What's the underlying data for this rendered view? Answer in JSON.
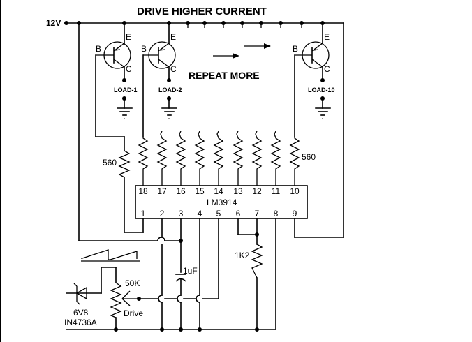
{
  "title": "DRIVE HIGHER CURRENT",
  "repeat_label": "REPEAT  MORE",
  "supply": {
    "label": "12V"
  },
  "transistors": [
    {
      "id": "Q1",
      "base": "B",
      "emitter": "E",
      "collector": "C",
      "load": "LOAD-1"
    },
    {
      "id": "Q2",
      "base": "B",
      "emitter": "E",
      "collector": "C",
      "load": "LOAD-2"
    },
    {
      "id": "Q10",
      "base": "B",
      "emitter": "E",
      "collector": "C",
      "load": "LOAD-10"
    }
  ],
  "ic": {
    "name": "LM3914",
    "top_pins": [
      "18",
      "17",
      "16",
      "15",
      "14",
      "13",
      "12",
      "11",
      "10"
    ],
    "bottom_pins": [
      "1",
      "2",
      "3",
      "4",
      "5",
      "6",
      "7",
      "8",
      "9"
    ]
  },
  "resistors": {
    "left_base": "560",
    "right_base": "560",
    "r_set": "1K2"
  },
  "capacitor": {
    "label": "1uF"
  },
  "potentiometer": {
    "value": "50K",
    "name": "Drive"
  },
  "zener": {
    "voltage": "6V8",
    "part": "IN4736A"
  }
}
